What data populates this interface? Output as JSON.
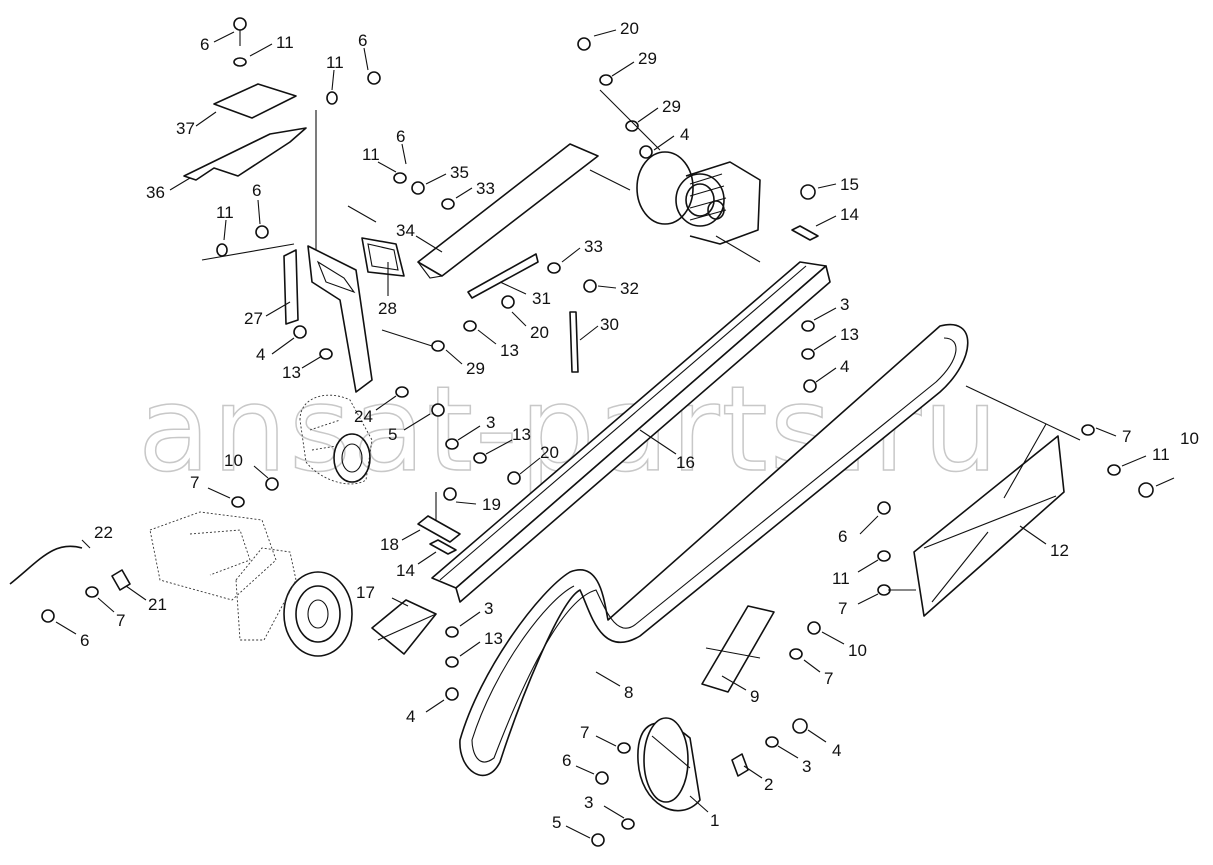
{
  "watermark": "ansat-parts.ru",
  "callouts": {
    "c1": "6",
    "c2": "11",
    "c3": "11",
    "c4": "6",
    "c5": "37",
    "c6": "36",
    "c7": "11",
    "c8": "6",
    "c9": "35",
    "c10": "33",
    "c11": "11",
    "c12": "6",
    "c13": "34",
    "c14": "27",
    "c15": "28",
    "c16": "4",
    "c17": "13",
    "c18": "24",
    "c19": "5",
    "c20": "20",
    "c21": "29",
    "c22": "29",
    "c23": "4",
    "c24": "15",
    "c25": "14",
    "c26": "33",
    "c27": "32",
    "c28": "31",
    "c29": "20",
    "c30": "13",
    "c31": "29",
    "c32": "30",
    "c33": "3",
    "c34": "13",
    "c35": "4",
    "c36": "3",
    "c37": "13",
    "c38": "20",
    "c39": "16",
    "c40": "10",
    "c41": "7",
    "c42": "19",
    "c43": "18",
    "c44": "14",
    "c45": "22",
    "c46": "21",
    "c47": "7",
    "c48": "6",
    "c49": "17",
    "c50": "3",
    "c51": "13",
    "c52": "4",
    "c53": "7",
    "c54": "11",
    "c55": "10",
    "c56": "12",
    "c57": "6",
    "c58": "11",
    "c59": "7",
    "c60": "8",
    "c61": "10",
    "c62": "9",
    "c63": "7",
    "c64": "7",
    "c65": "4",
    "c66": "6",
    "c67": "3",
    "c68": "2",
    "c69": "3",
    "c70": "5",
    "c71": "1"
  }
}
